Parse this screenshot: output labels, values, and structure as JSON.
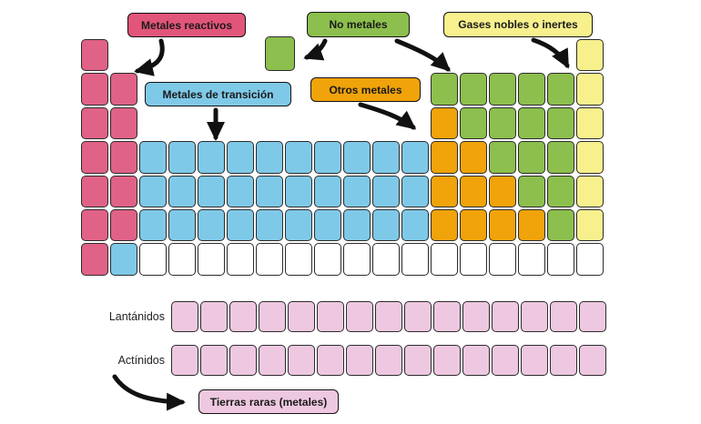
{
  "legend": {
    "metales_reactivos": {
      "label": "Metales reactivos",
      "color": "#e2557a"
    },
    "no_metales": {
      "label": "No metales",
      "color": "#8cbf4d"
    },
    "gases_nobles": {
      "label": "Gases nobles o inertes",
      "color": "#f7f08d"
    },
    "metales_transicion": {
      "label": "Metales de transición",
      "color": "#7fc9e8"
    },
    "otros_metales": {
      "label": "Otros metales",
      "color": "#f0a30a"
    },
    "tierras_raras": {
      "label": "Tierras raras (metales)",
      "color": "#eec8e0"
    }
  },
  "side_labels": {
    "lantanidos": "Lantánidos",
    "actinidos": "Actínidos"
  },
  "colors": {
    "pink": "#e06287",
    "blue": "#7fc9e8",
    "green": "#8cbf4d",
    "yellow": "#f7f08d",
    "orange": "#f0a30a",
    "lightpink": "#eec8e0",
    "white": "#ffffff"
  },
  "cell_codes": {
    "P": "pink",
    "B": "blue",
    "G": "green",
    "Y": "yellow",
    "O": "orange",
    "W": "white",
    "L": "lightpink"
  },
  "table": {
    "columns": 18,
    "rows": [
      "P................Y",
      "PP..........GGGGGY",
      "PP..........OGGGGY",
      "PPBBBBBBBBBBOOGGGY",
      "PPBBBBBBBBBBOOOGGY",
      "PPBBBBBBBBBBOOOOGY",
      "PBWWWWWWWWWWWWWWWW"
    ]
  },
  "lanthanides": {
    "rows": [
      "LLLLLLLLLLLLLLL"
    ]
  },
  "actinides": {
    "rows": [
      "LLLLLLLLLLLLLLL"
    ]
  },
  "floating_cell_color_key": "green"
}
